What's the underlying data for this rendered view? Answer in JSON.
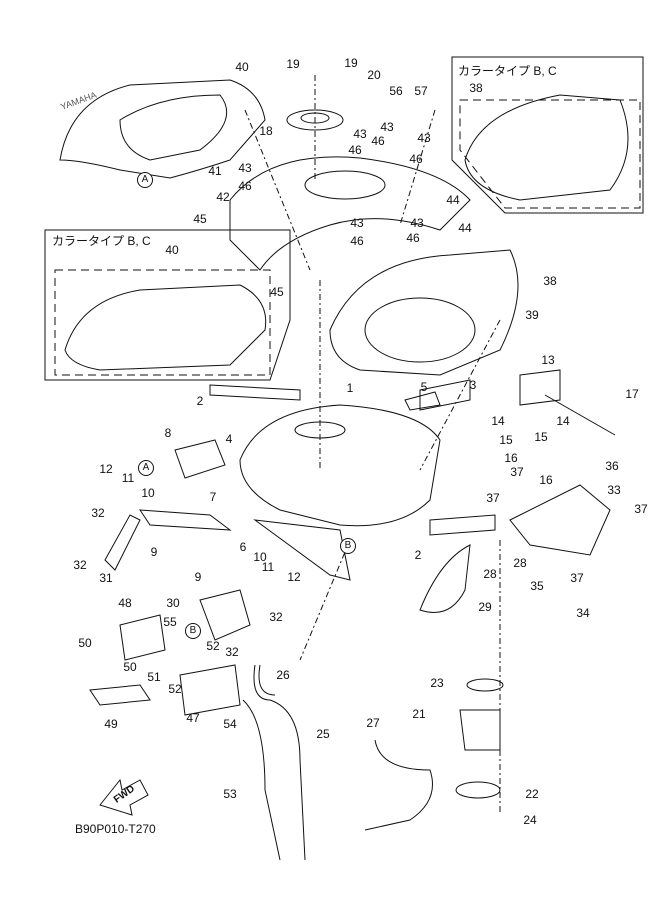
{
  "diagram": {
    "drawing_code": "B90P010-T270",
    "fwd_label": "FWD",
    "color_type_box_title": "カラータイプ B, C",
    "references": [
      "A",
      "B"
    ],
    "callouts": [
      "40",
      "19",
      "19",
      "20",
      "18",
      "56",
      "57",
      "43",
      "46",
      "43",
      "46",
      "43",
      "46",
      "44",
      "44",
      "43",
      "46",
      "43",
      "46",
      "41",
      "43",
      "46",
      "42",
      "45",
      "45",
      "40",
      "38",
      "38",
      "39",
      "1",
      "5",
      "3",
      "2",
      "4",
      "8",
      "12",
      "11",
      "10",
      "7",
      "32",
      "32",
      "31",
      "9",
      "9",
      "6",
      "10",
      "11",
      "12",
      "30",
      "32",
      "32",
      "48",
      "55",
      "52",
      "52",
      "50",
      "50",
      "51",
      "49",
      "47",
      "54",
      "26",
      "25",
      "53",
      "13",
      "17",
      "14",
      "14",
      "15",
      "15",
      "16",
      "16",
      "37",
      "37",
      "36",
      "33",
      "37",
      "37",
      "35",
      "34",
      "28",
      "28",
      "2",
      "29",
      "23",
      "21",
      "27",
      "22",
      "24"
    ]
  }
}
